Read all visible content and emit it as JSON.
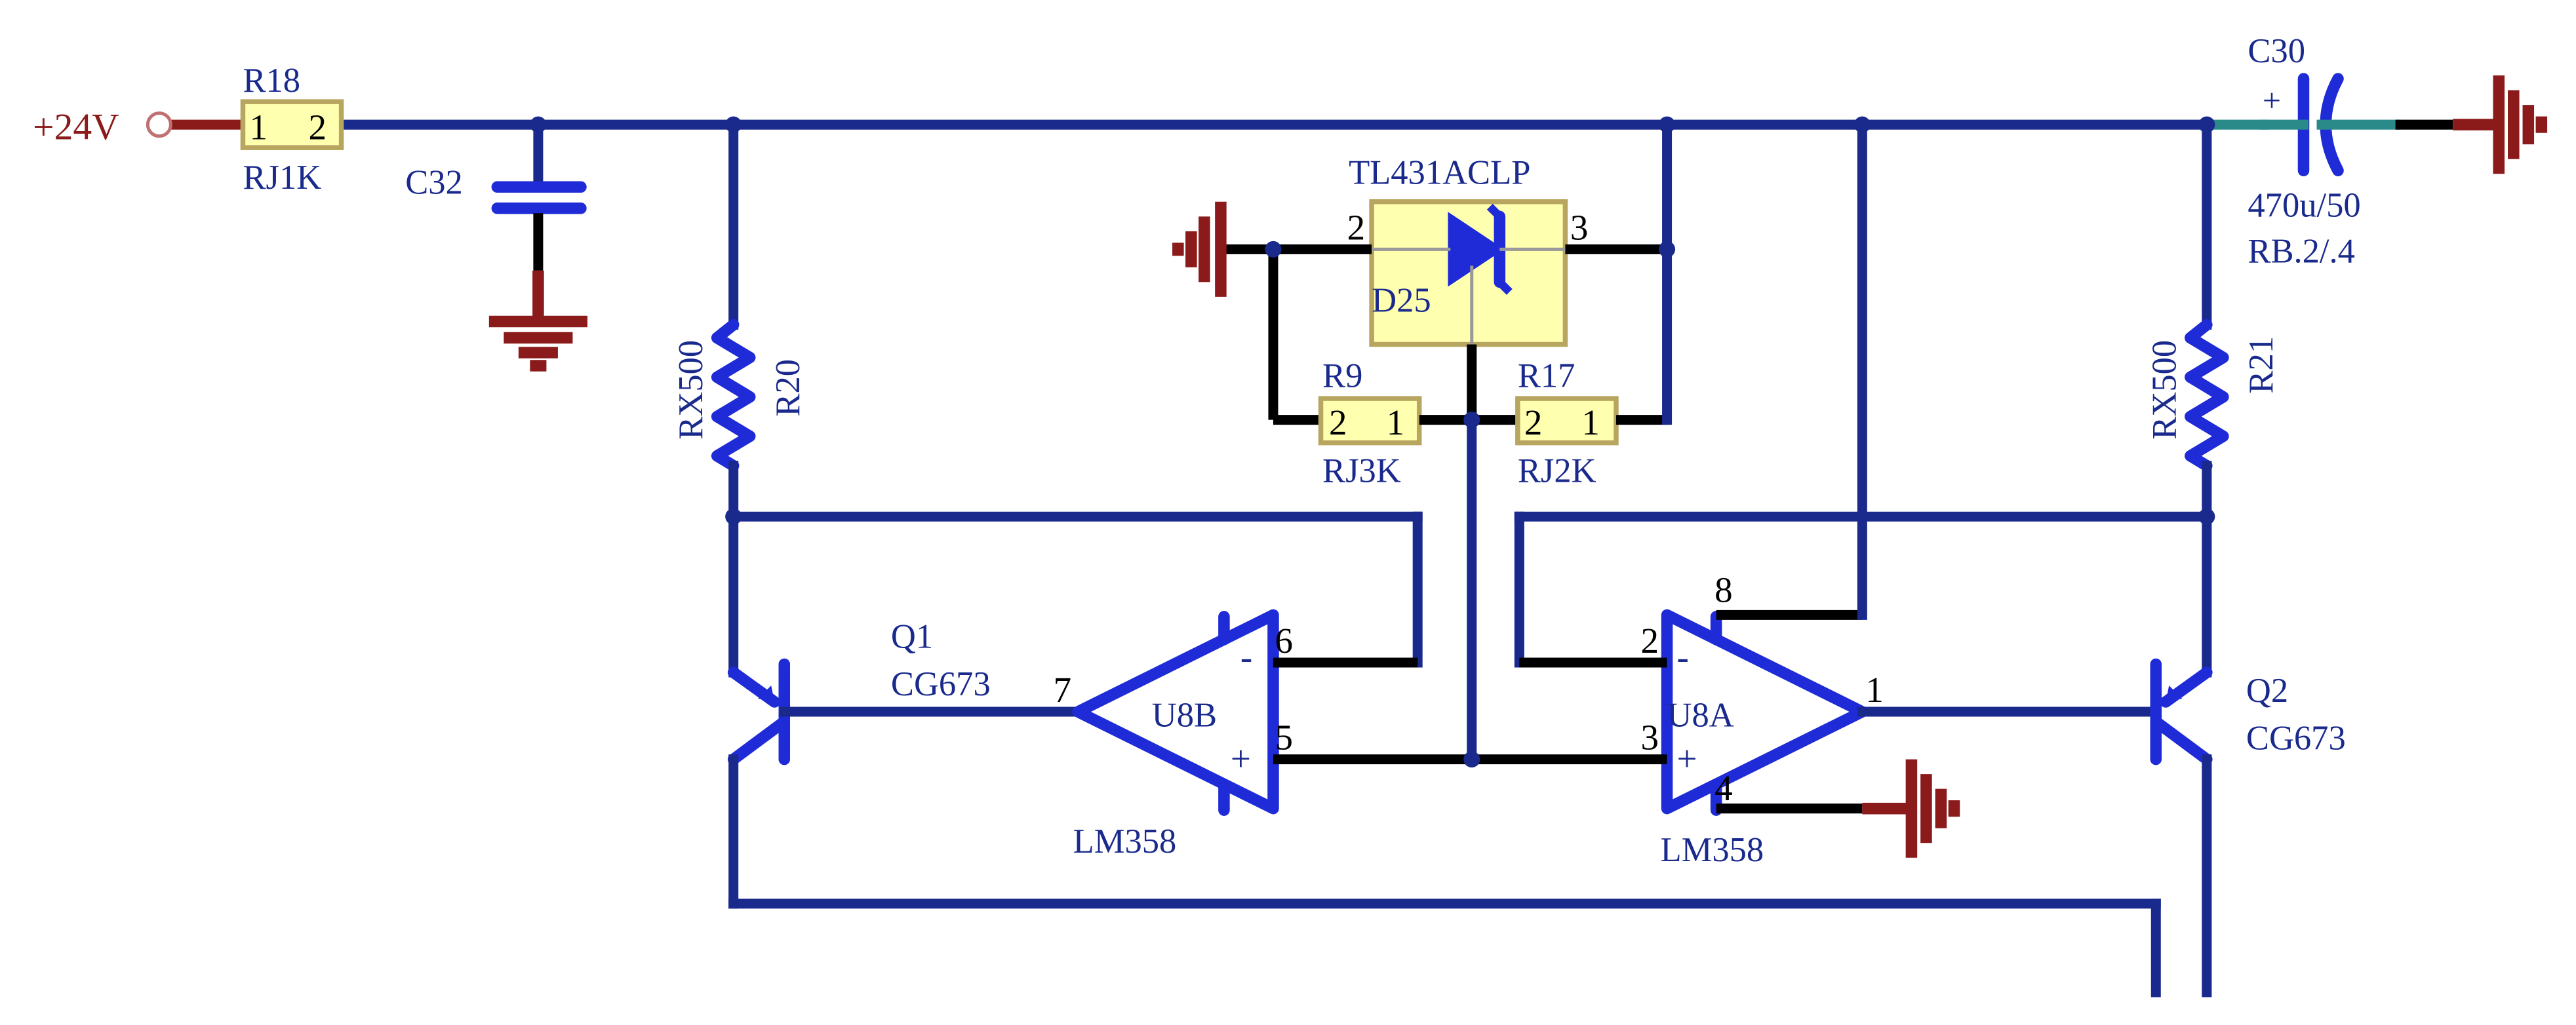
{
  "power": {
    "label": "+24V"
  },
  "components": {
    "r18": {
      "designator": "R18",
      "value": "RJ1K",
      "pin_left": "1",
      "pin_right": "2"
    },
    "c32": {
      "designator": "C32"
    },
    "r20": {
      "designator": "R20",
      "value": "RX500"
    },
    "d25": {
      "part": "TL431ACLP",
      "designator": "D25",
      "pin_left": "2",
      "pin_right": "3"
    },
    "r9": {
      "designator": "R9",
      "value": "RJ3K",
      "pin_left": "2",
      "pin_right": "1"
    },
    "r17": {
      "designator": "R17",
      "value": "RJ2K",
      "pin_left": "2",
      "pin_right": "1"
    },
    "c30": {
      "designator": "C30",
      "polarity": "+",
      "value": "470u/50",
      "footprint": "RB.2/.4"
    },
    "r21": {
      "designator": "R21",
      "value": "RX500"
    },
    "q1": {
      "designator": "Q1",
      "value": "CG673"
    },
    "q2": {
      "designator": "Q2",
      "value": "CG673"
    },
    "u8b": {
      "designator": "U8B",
      "value": "LM358",
      "pin_out": "7",
      "pin_minus": "6",
      "pin_plus": "5",
      "sign_minus": "-",
      "sign_plus": "+"
    },
    "u8a": {
      "designator": "U8A",
      "value": "LM358",
      "pin_out": "1",
      "pin_minus": "2",
      "pin_plus": "3",
      "pin_vcc": "8",
      "pin_gnd": "4",
      "sign_minus": "-",
      "sign_plus": "+"
    }
  },
  "colors": {
    "wire": "#1a2a8c",
    "symbol": "#1f2bd6",
    "ground": "#8b1a1a",
    "package_fill": "#ffffb0"
  }
}
